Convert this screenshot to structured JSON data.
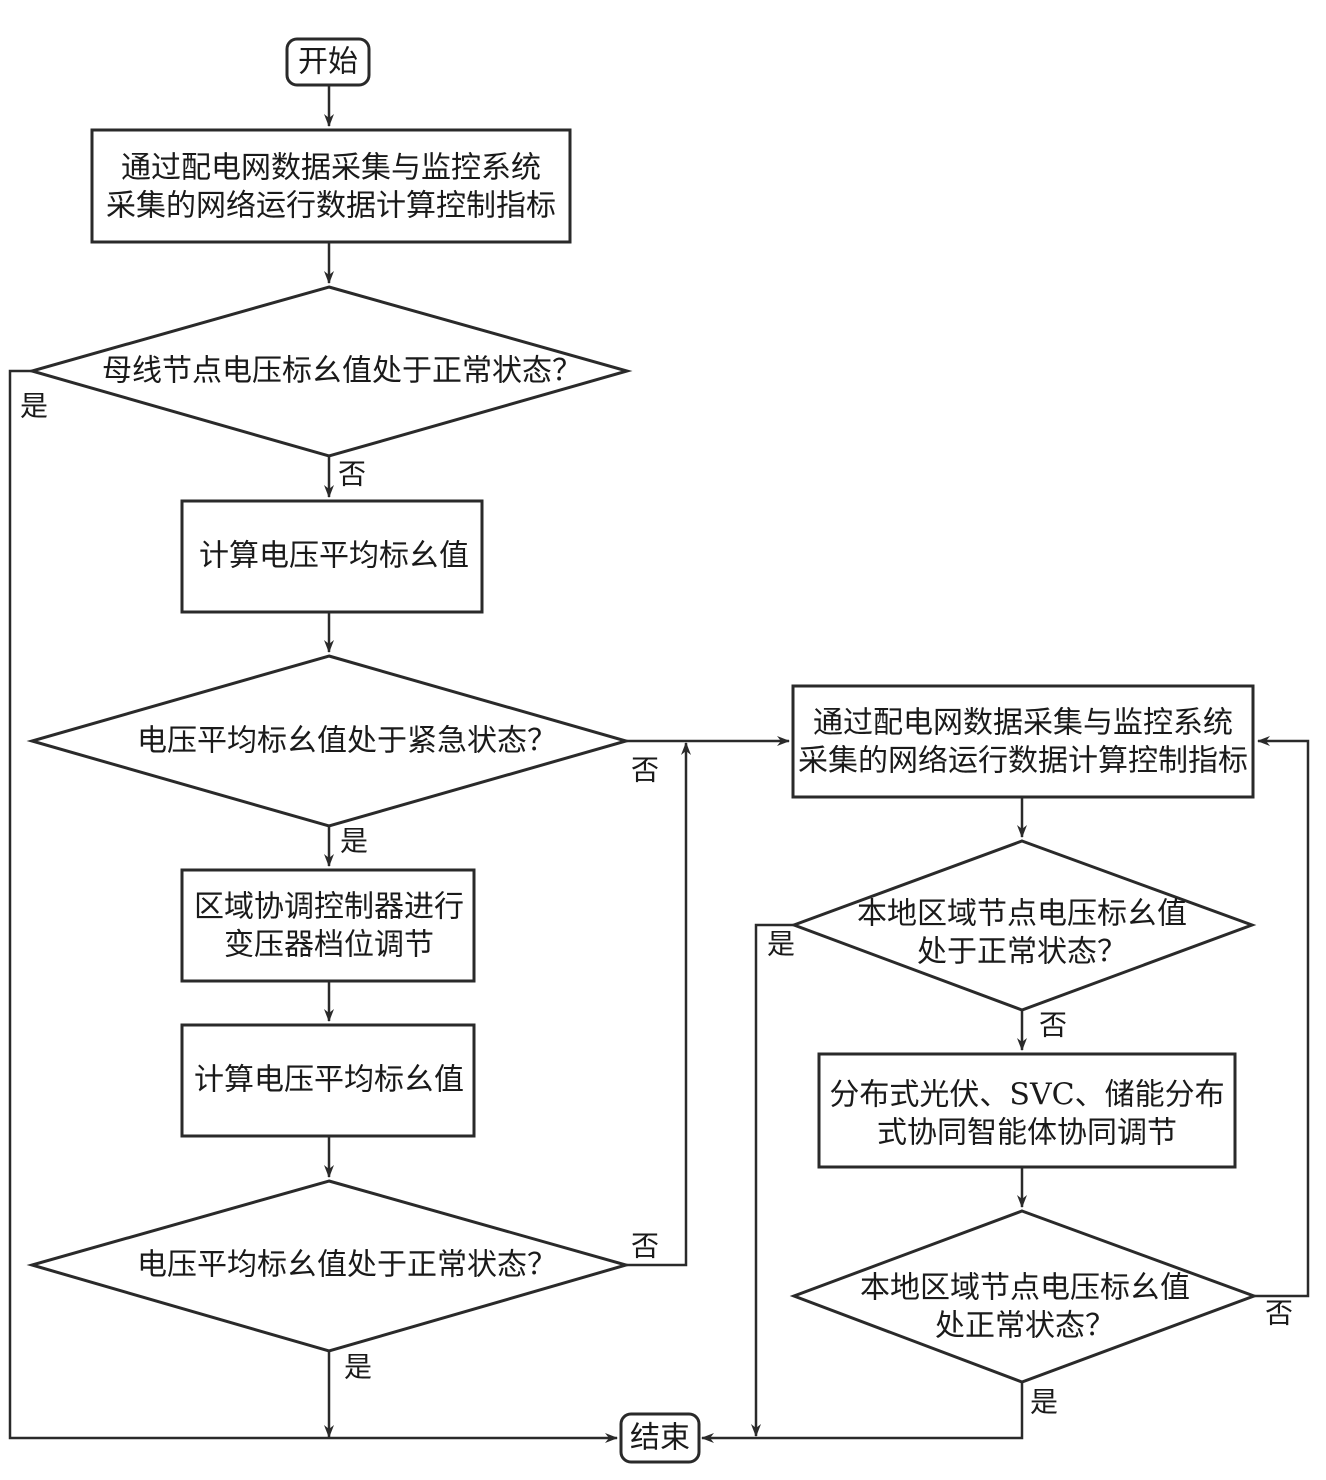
{
  "nodes": {
    "start": {
      "label": "开始"
    },
    "collect_main": {
      "lines": [
        "通过配电网数据采集与监控系统",
        "采集的网络运行数据计算控制指标"
      ]
    },
    "bus_normal": {
      "label": "母线节点电压标幺值处于正常状态？"
    },
    "calc_avg_1": {
      "label": "计算电压平均标幺值"
    },
    "avg_emergency": {
      "label": "电压平均标幺值处于紧急状态？"
    },
    "transformer_tap": {
      "lines": [
        "区域协调控制器进行",
        "变压器档位调节"
      ]
    },
    "calc_avg_2": {
      "label": "计算电压平均标幺值"
    },
    "avg_normal": {
      "label": "电压平均标幺值处于正常状态？"
    },
    "collect_local": {
      "lines": [
        "通过配电网数据采集与监控系统",
        "采集的网络运行数据计算控制指标"
      ]
    },
    "local_normal_1": {
      "lines": [
        "本地区域节点电压标幺值",
        "处于正常状态？"
      ]
    },
    "distributed_ctrl": {
      "lines": [
        "分布式光伏、SVC、储能分布",
        "式协同智能体协同调节"
      ]
    },
    "local_normal_2": {
      "lines": [
        "本地区域节点电压标幺值",
        "处正常状态？"
      ]
    },
    "end": {
      "label": "结束"
    }
  },
  "edge_labels": {
    "bus_normal_yes": "是",
    "bus_normal_no": "否",
    "avg_emergency_no": "否",
    "avg_emergency_yes": "是",
    "avg_normal_no": "否",
    "avg_normal_yes": "是",
    "local_normal_1_yes": "是",
    "local_normal_1_no": "否",
    "local_normal_2_no": "否",
    "local_normal_2_yes": "是"
  }
}
